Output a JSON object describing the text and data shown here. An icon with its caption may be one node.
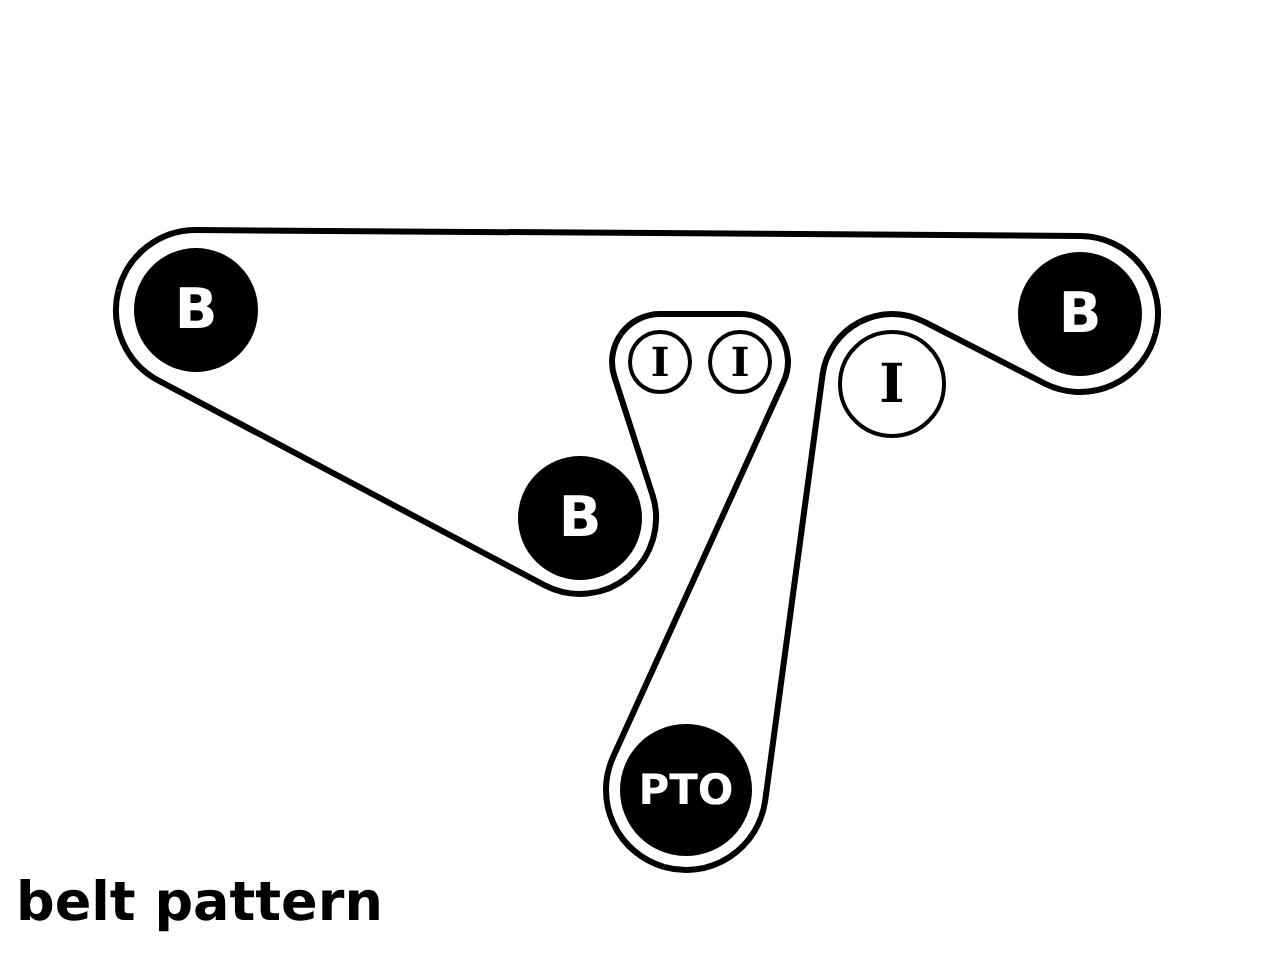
{
  "diagram": {
    "caption": "belt pattern",
    "nodes": [
      {
        "text": [
          "B"
        ]
      },
      {
        "text": [
          "B"
        ]
      },
      {
        "text": [
          "I"
        ]
      },
      {
        "text": [
          "I"
        ]
      },
      {
        "text": [
          "I"
        ]
      },
      {
        "text": [
          "B"
        ]
      },
      {
        "text": [
          "PTO"
        ]
      }
    ],
    "edges": [
      {
        "from": 0,
        "to": 1,
        "arrow": "none"
      },
      {
        "from": 1,
        "to": 4,
        "arrow": "none"
      },
      {
        "from": 4,
        "to": 6,
        "arrow": "none"
      },
      {
        "from": 6,
        "to": 3,
        "arrow": "none"
      },
      {
        "from": 3,
        "to": 2,
        "arrow": "none"
      },
      {
        "from": 2,
        "to": 5,
        "arrow": "none"
      },
      {
        "from": 5,
        "to": 0,
        "arrow": "none"
      }
    ]
  }
}
